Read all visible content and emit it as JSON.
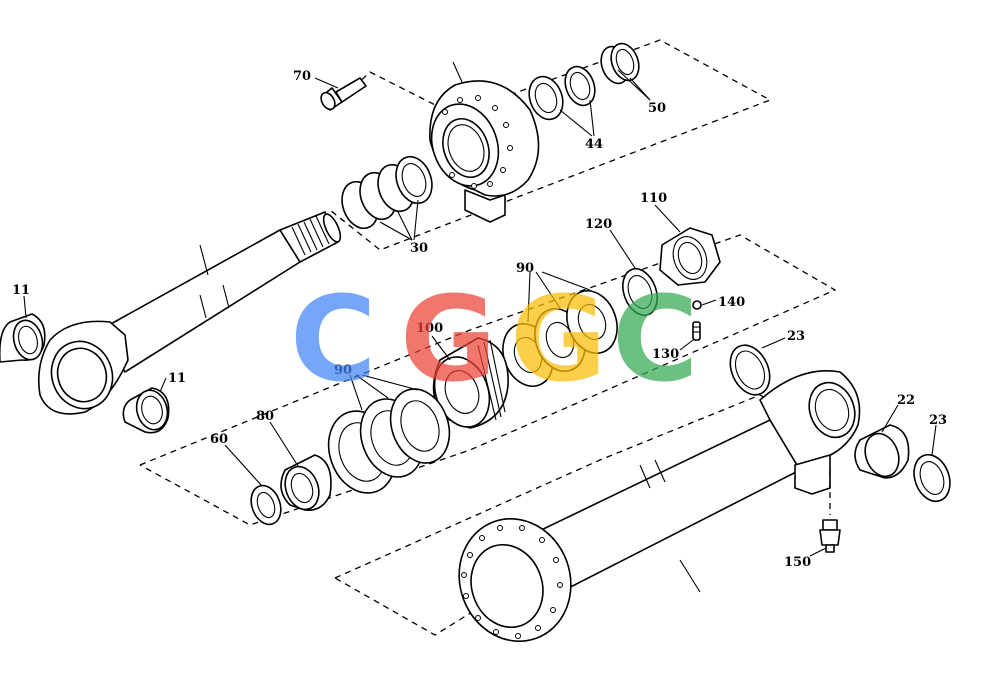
{
  "labels": {
    "l70": "70",
    "l50": "50",
    "l44": "44",
    "l30": "30",
    "l11a": "11",
    "l11b": "11",
    "l110": "110",
    "l120": "120",
    "l90a": "90",
    "l140": "140",
    "l100": "100",
    "l130": "130",
    "l90b": "90",
    "l23a": "23",
    "l22": "22",
    "l23b": "23",
    "l80": "80",
    "l60": "60",
    "l150": "150"
  },
  "watermark": {
    "c1": "C",
    "c2": "G",
    "c3": "G",
    "c4": "C",
    "colors": [
      "#4285F4",
      "#EA4335",
      "#FBBC05",
      "#34A853"
    ]
  }
}
